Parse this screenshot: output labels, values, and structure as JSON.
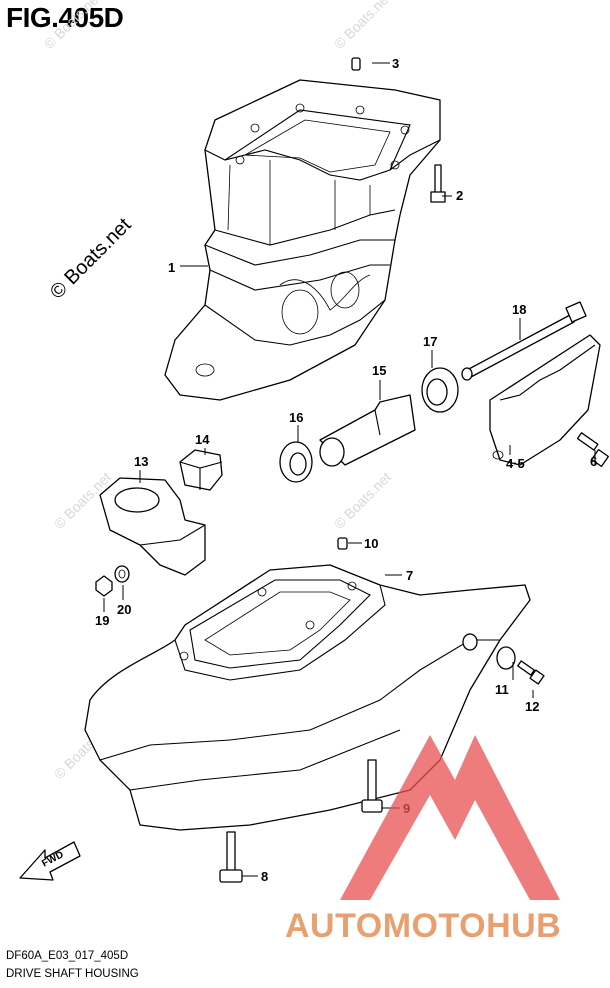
{
  "figure": {
    "title": "FIG.405D"
  },
  "watermarks": {
    "main": "© Boats.net",
    "small": "© Boats.net"
  },
  "fwd_label": "FWD",
  "logo": {
    "text": "AUTOMOTOHUB",
    "color": "#e8a070",
    "mark_color": "#e85050"
  },
  "callouts": [
    {
      "id": "c1",
      "label": "1"
    },
    {
      "id": "c2",
      "label": "2"
    },
    {
      "id": "c3",
      "label": "3"
    },
    {
      "id": "c45",
      "label": "4·5"
    },
    {
      "id": "c6",
      "label": "6"
    },
    {
      "id": "c7",
      "label": "7"
    },
    {
      "id": "c8",
      "label": "8"
    },
    {
      "id": "c9",
      "label": "9"
    },
    {
      "id": "c10",
      "label": "10"
    },
    {
      "id": "c11",
      "label": "11"
    },
    {
      "id": "c12",
      "label": "12"
    },
    {
      "id": "c13",
      "label": "13"
    },
    {
      "id": "c14",
      "label": "14"
    },
    {
      "id": "c15",
      "label": "15"
    },
    {
      "id": "c16",
      "label": "16"
    },
    {
      "id": "c17",
      "label": "17"
    },
    {
      "id": "c18",
      "label": "18"
    },
    {
      "id": "c19",
      "label": "19"
    },
    {
      "id": "c20",
      "label": "20"
    }
  ],
  "footer": {
    "code": "DF60A_E03_017_405D",
    "name": "DRIVE SHAFT HOUSING"
  }
}
